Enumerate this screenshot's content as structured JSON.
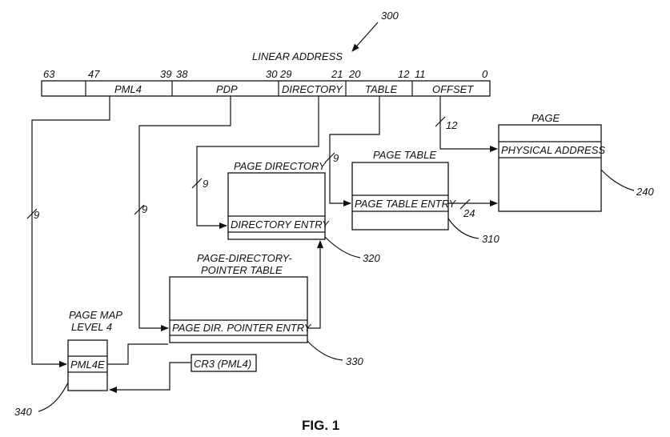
{
  "ref_300": "300",
  "linear_address": {
    "title": "LINEAR ADDRESS",
    "bits": {
      "b63": "63",
      "b47": "47",
      "b39": "39",
      "b38": "38",
      "b30": "30",
      "b29": "29",
      "b21": "21",
      "b20": "20",
      "b12": "12",
      "b11": "11",
      "b0": "0"
    },
    "fields": {
      "pml4": "PML4",
      "pdp": "PDP",
      "directory": "DIRECTORY",
      "table": "TABLE",
      "offset": "OFFSET"
    }
  },
  "widths": {
    "w12": "12",
    "w9_table": "9",
    "w9_directory": "9",
    "w9_pdp": "9",
    "w9_pml4": "9",
    "w24": "24"
  },
  "page": {
    "title": "PAGE",
    "entry": "PHYSICAL ADDRESS",
    "ref": "240"
  },
  "page_table": {
    "title": "PAGE TABLE",
    "entry": "PAGE TABLE ENTRY",
    "ref": "310"
  },
  "page_directory": {
    "title": "PAGE DIRECTORY",
    "entry": "DIRECTORY ENTRY",
    "ref": "320"
  },
  "pdpt": {
    "title_line1": "PAGE-DIRECTORY-",
    "title_line2": "POINTER TABLE",
    "entry": "PAGE DIR. POINTER ENTRY",
    "ref": "330"
  },
  "pml4_table": {
    "title_line1": "PAGE MAP",
    "title_line2": "LEVEL 4",
    "entry": "PML4E",
    "ref": "340"
  },
  "cr3": "CR3 (PML4)",
  "figure_label": "FIG. 1"
}
